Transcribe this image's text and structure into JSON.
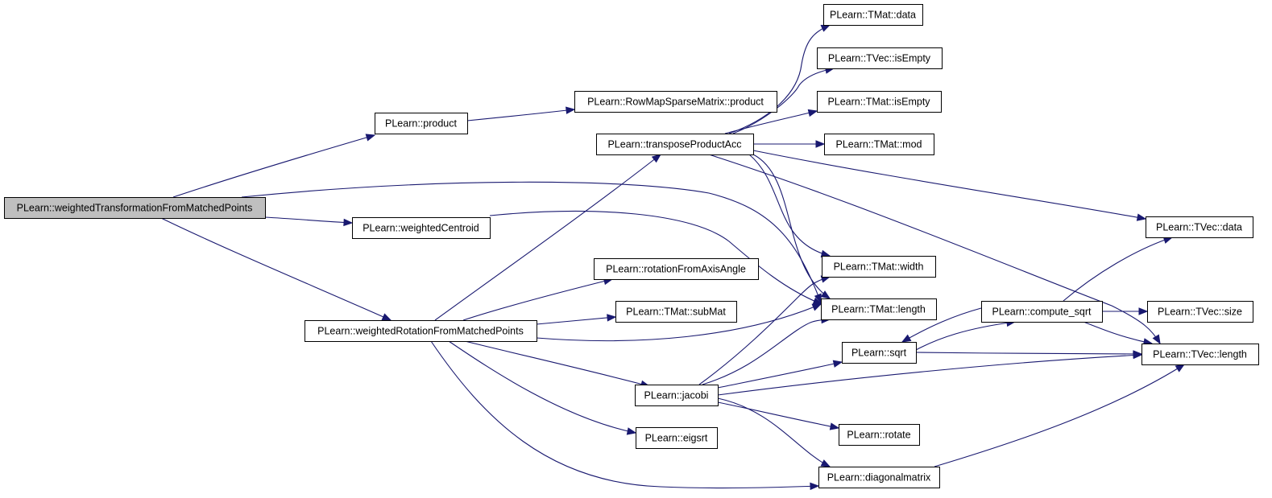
{
  "graph": {
    "root": "PLearn::weightedTransformationFromMatchedPoints",
    "colors": {
      "edge": "#191970",
      "root_fill": "#bfbfbf",
      "node_fill": "#ffffff",
      "node_border": "#000000"
    },
    "nodes": [
      {
        "id": "wtfmp",
        "label": "PLearn::weightedTransformationFromMatchedPoints",
        "root": true
      },
      {
        "id": "product",
        "label": "PLearn::product"
      },
      {
        "id": "rmsm_product",
        "label": "PLearn::RowMapSparseMatrix::product"
      },
      {
        "id": "tpa",
        "label": "PLearn::transposeProductAcc"
      },
      {
        "id": "wcentroid",
        "label": "PLearn::weightedCentroid"
      },
      {
        "id": "rfaa",
        "label": "PLearn::rotationFromAxisAngle"
      },
      {
        "id": "submat",
        "label": "PLearn::TMat::subMat"
      },
      {
        "id": "wrfmp",
        "label": "PLearn::weightedRotationFromMatchedPoints"
      },
      {
        "id": "jacobi",
        "label": "PLearn::jacobi"
      },
      {
        "id": "eigsrt",
        "label": "PLearn::eigsrt"
      },
      {
        "id": "tmat_data",
        "label": "PLearn::TMat::data"
      },
      {
        "id": "tvec_isempty",
        "label": "PLearn::TVec::isEmpty"
      },
      {
        "id": "tmat_isempty",
        "label": "PLearn::TMat::isEmpty"
      },
      {
        "id": "tmat_mod",
        "label": "PLearn::TMat::mod"
      },
      {
        "id": "tmat_width",
        "label": "PLearn::TMat::width"
      },
      {
        "id": "tmat_length",
        "label": "PLearn::TMat::length"
      },
      {
        "id": "sqrt",
        "label": "PLearn::sqrt"
      },
      {
        "id": "rotate",
        "label": "PLearn::rotate"
      },
      {
        "id": "diagonalmatrix",
        "label": "PLearn::diagonalmatrix"
      },
      {
        "id": "compute_sqrt",
        "label": "PLearn::compute_sqrt"
      },
      {
        "id": "tvec_data",
        "label": "PLearn::TVec::data"
      },
      {
        "id": "tvec_size",
        "label": "PLearn::TVec::size"
      },
      {
        "id": "tvec_length",
        "label": "PLearn::TVec::length"
      }
    ],
    "edges": [
      [
        "wtfmp",
        "product"
      ],
      [
        "wtfmp",
        "wcentroid"
      ],
      [
        "wtfmp",
        "wrfmp"
      ],
      [
        "wtfmp",
        "tmat_length"
      ],
      [
        "product",
        "rmsm_product"
      ],
      [
        "wcentroid",
        "tmat_length"
      ],
      [
        "wrfmp",
        "tpa"
      ],
      [
        "wrfmp",
        "rfaa"
      ],
      [
        "wrfmp",
        "submat"
      ],
      [
        "wrfmp",
        "jacobi"
      ],
      [
        "wrfmp",
        "eigsrt"
      ],
      [
        "wrfmp",
        "diagonalmatrix"
      ],
      [
        "wrfmp",
        "tmat_length"
      ],
      [
        "tpa",
        "tmat_data"
      ],
      [
        "tpa",
        "tvec_isempty"
      ],
      [
        "tpa",
        "tmat_isempty"
      ],
      [
        "tpa",
        "tmat_mod"
      ],
      [
        "tpa",
        "tmat_width"
      ],
      [
        "tpa",
        "tmat_length"
      ],
      [
        "tpa",
        "tvec_data"
      ],
      [
        "tpa",
        "tvec_length"
      ],
      [
        "jacobi",
        "tmat_width"
      ],
      [
        "jacobi",
        "tmat_length"
      ],
      [
        "jacobi",
        "sqrt"
      ],
      [
        "jacobi",
        "tvec_length"
      ],
      [
        "jacobi",
        "rotate"
      ],
      [
        "jacobi",
        "diagonalmatrix"
      ],
      [
        "sqrt",
        "compute_sqrt"
      ],
      [
        "sqrt",
        "tvec_length"
      ],
      [
        "compute_sqrt",
        "sqrt"
      ],
      [
        "compute_sqrt",
        "tvec_data"
      ],
      [
        "compute_sqrt",
        "tvec_size"
      ],
      [
        "compute_sqrt",
        "tvec_length"
      ],
      [
        "diagonalmatrix",
        "tvec_length"
      ]
    ]
  }
}
